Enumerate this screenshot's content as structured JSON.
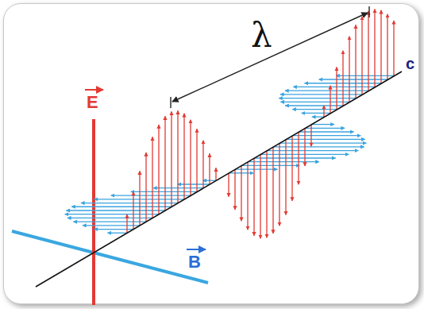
{
  "diagram": {
    "labels": [
      "λ",
      "E",
      "B",
      "c"
    ]
  }
}
